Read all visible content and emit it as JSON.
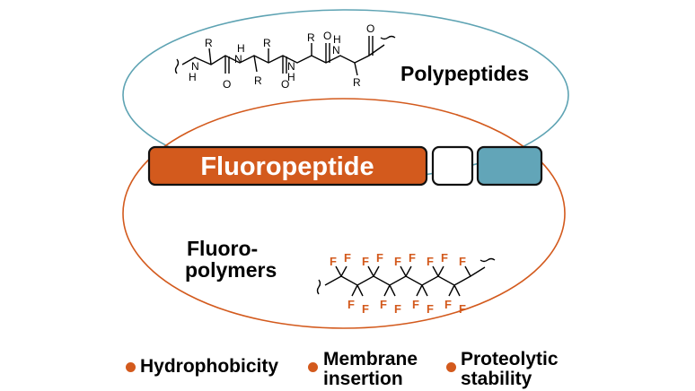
{
  "circles": {
    "top_label": "Polypeptides",
    "bottom_label_line1": "Fluoro-",
    "bottom_label_line2": "polymers",
    "top_color": "#5ea3b3",
    "bottom_color": "#d35a1d"
  },
  "bar": {
    "label": "Fluoropeptide",
    "main_color": "#d35a1d",
    "middle_color": "#ffffff",
    "end_color": "#62a5b8"
  },
  "peptide_atoms": {
    "r": "R",
    "h": "H",
    "n": "N",
    "o": "O"
  },
  "fluoro_atom": "F",
  "properties": [
    {
      "line1": "Hydrophobicity",
      "line2": ""
    },
    {
      "line1": "Membrane",
      "line2": "insertion"
    },
    {
      "line1": "Proteolytic",
      "line2": "stability"
    }
  ],
  "bullet_color": "#d35a1d"
}
